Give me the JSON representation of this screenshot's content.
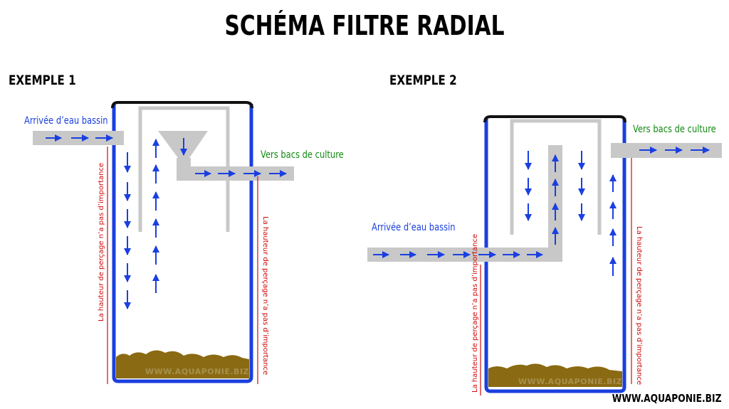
{
  "title": "SCHÉMA FILTRE RADIAL",
  "colors": {
    "tank_wall": "#1a3fe0",
    "tank_lid": "#111111",
    "pipe": "#c8c8c8",
    "arrow": "#1a3fe0",
    "note": "#d20a0a",
    "inlet_text": "#1a3fe0",
    "outlet_text": "#128a12",
    "sludge": "#8a6a12"
  },
  "example1": {
    "label": "EXEMPLE 1",
    "inlet_label": "Arrivée d’eau bassin",
    "outlet_label": "Vers bacs de culture",
    "note_left": "La hauteur de perçage n’a pas d’importance",
    "note_right": "La hauteur de perçage n’a pas d’importance",
    "watermark": "WWW.AQUAPONIE.BIZ"
  },
  "example2": {
    "label": "EXEMPLE 2",
    "inlet_label": "Arrivée d’eau bassin",
    "outlet_label": "Vers bacs de culture",
    "note_left": "La hauteur de perçage n’a pas d’importance",
    "note_right": "La hauteur de perçage n’a pas d’importance",
    "watermark": "WWW.AQUAPONIE.BIZ"
  },
  "site": "WWW.AQUAPONIE.BIZ"
}
